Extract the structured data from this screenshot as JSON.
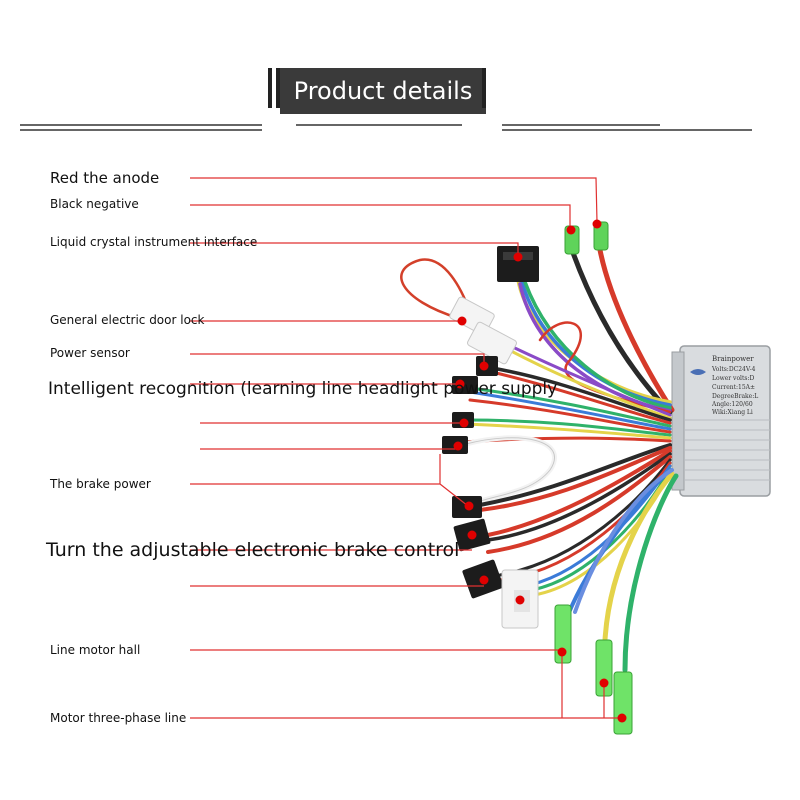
{
  "header": {
    "title": "Product details"
  },
  "controller_label": {
    "line1": "Brainpower",
    "line2": "Volts:DC24V-4",
    "line3": "Lower volts:D",
    "line4": "Current:15A±",
    "line5": "DegreeBrake:L",
    "line6": "Angle:120/60",
    "line7": "Wiki:Xiang Li"
  },
  "labels": [
    {
      "text": "Red the anode"
    },
    {
      "text": "Black negative"
    },
    {
      "text": "Liquid crystal instrument interface"
    },
    {
      "text": "General electric door lock"
    },
    {
      "text": "Power sensor"
    },
    {
      "text": "Intelligent recognition (learning line headlight power supply"
    },
    {
      "text": "The brake power"
    },
    {
      "text": "Turn the adjustable electronic brake control"
    },
    {
      "text": "Line motor hall"
    },
    {
      "text": "Motor three-phase line"
    }
  ],
  "colors": {
    "leader_line": "#e03030",
    "dot": "#e00000",
    "connector_green": "#5fd35a",
    "controller_body": "#d9dcdf"
  }
}
